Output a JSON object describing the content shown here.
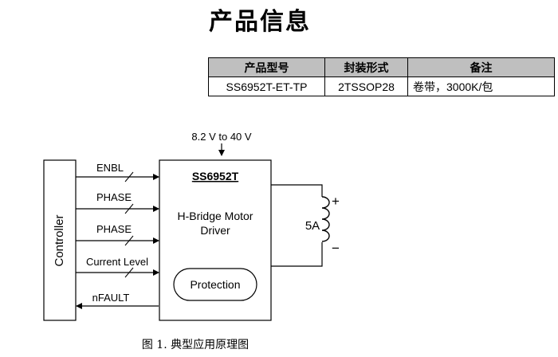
{
  "heading": "产品信息",
  "table": {
    "headers": [
      "产品型号",
      "封装形式",
      "备注"
    ],
    "rows": [
      [
        "SS6952T-ET-TP",
        "2TSSOP28",
        "卷带，3000K/包"
      ]
    ]
  },
  "diagram": {
    "supply_label": "8.2 V to 40 V",
    "controller_label": "Controller",
    "chip_name": "SS6952T",
    "chip_desc_line1": "H-Bridge Motor",
    "chip_desc_line2": "Driver",
    "protection_label": "Protection",
    "signals": [
      "ENBL",
      "PHASE",
      "PHASE",
      "Current Level",
      "nFAULT"
    ],
    "load_current": "5A",
    "plus": "+",
    "minus": "−"
  },
  "caption": "图 1. 典型应用原理图"
}
